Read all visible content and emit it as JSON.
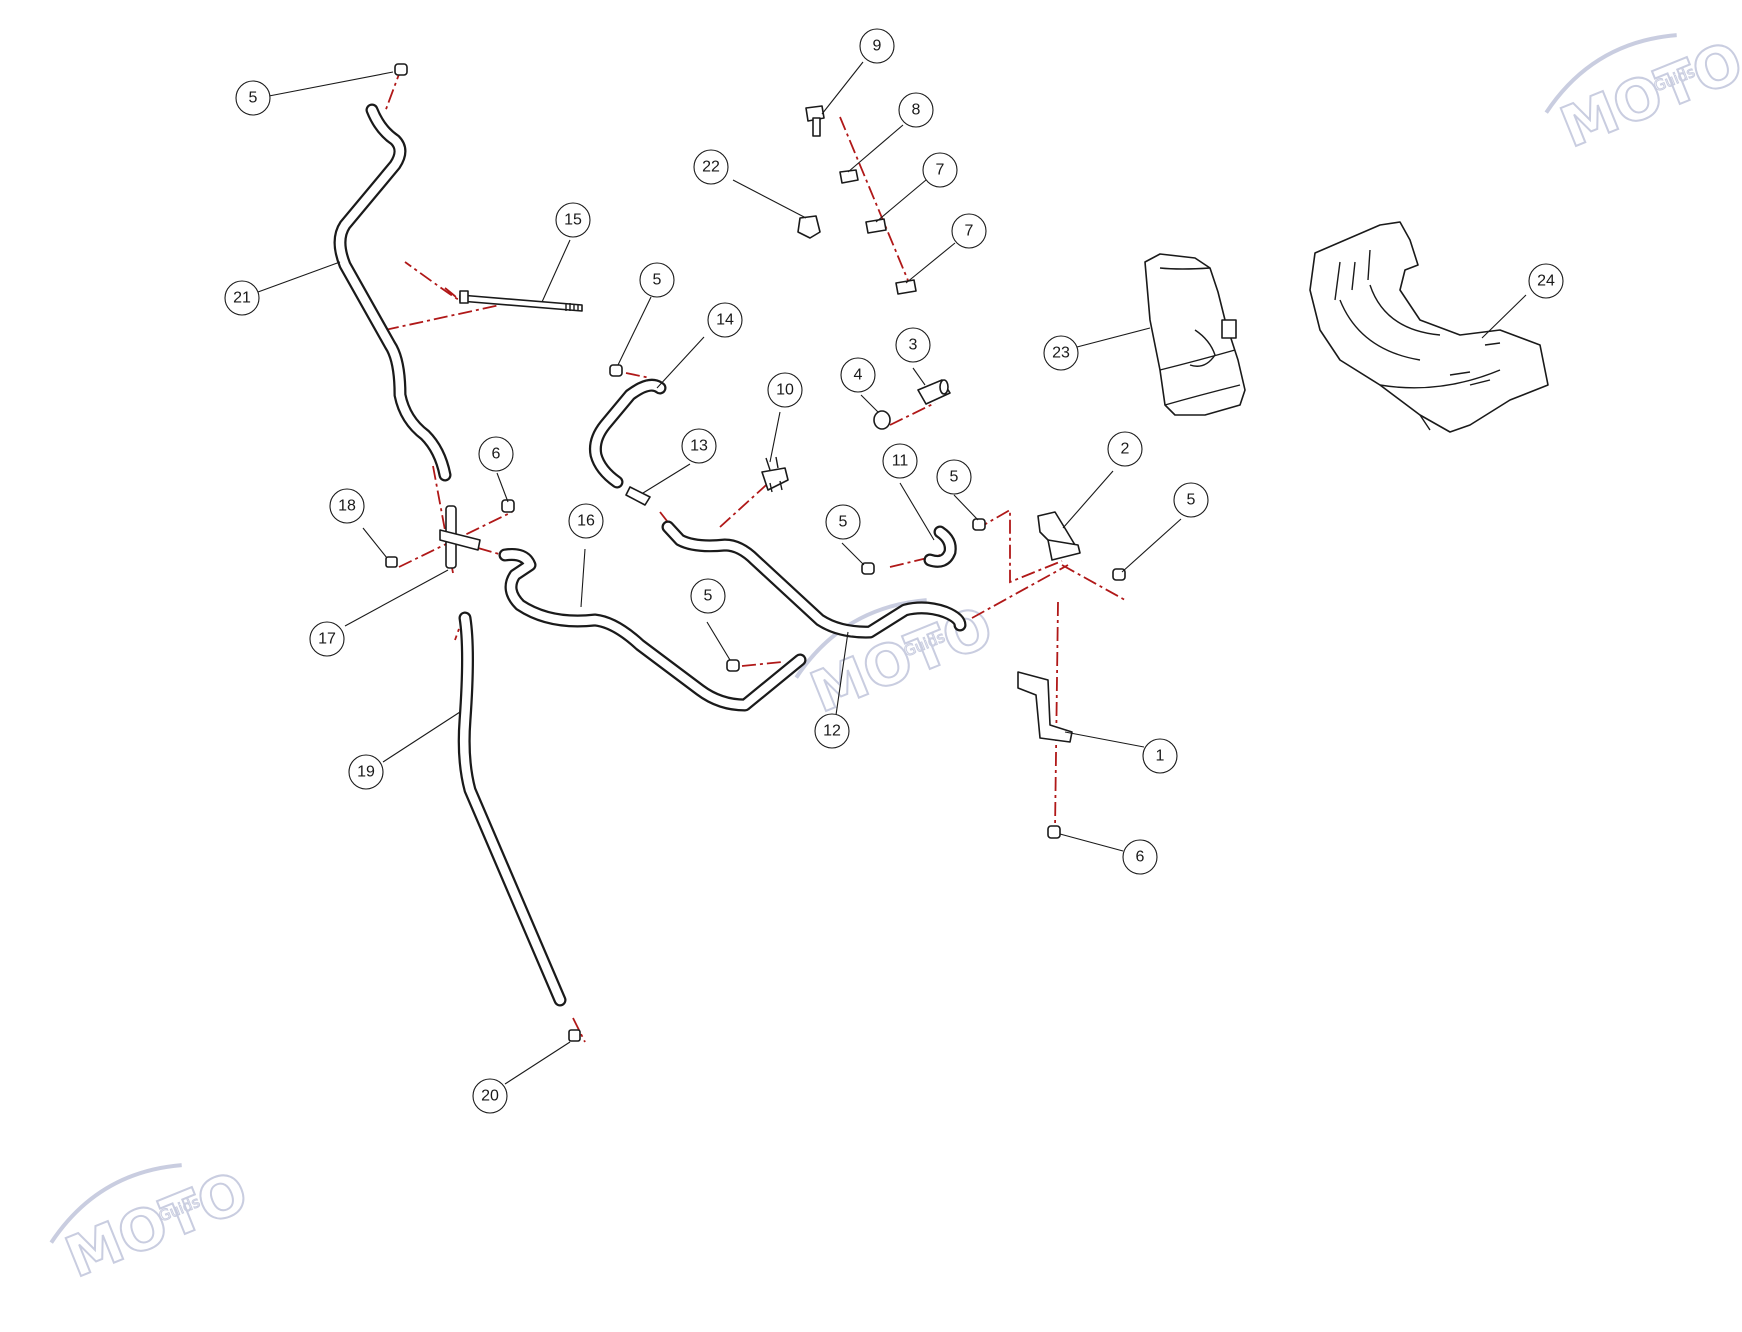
{
  "diagram": {
    "callouts": [
      "5",
      "9",
      "8",
      "22",
      "7",
      "7",
      "21",
      "15",
      "5",
      "14",
      "23",
      "24",
      "3",
      "4",
      "10",
      "13",
      "6",
      "18",
      "16",
      "11",
      "5",
      "5",
      "2",
      "5",
      "17",
      "5",
      "12",
      "1",
      "19",
      "6",
      "20"
    ]
  },
  "watermark": {
    "brand": "MOTO",
    "tagline": "Guids"
  },
  "colors": {
    "line": "#1a1a1a",
    "leader_dash": "#b01818",
    "watermark": "#c9cde0"
  }
}
